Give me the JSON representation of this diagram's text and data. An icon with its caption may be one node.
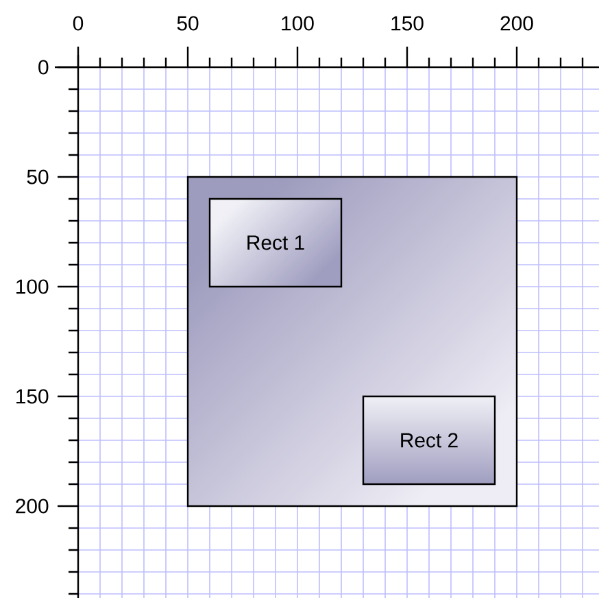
{
  "diagram": {
    "nodes": [
      {
        "text": [],
        "shape": "box"
      },
      {
        "text": [
          "Rect 1"
        ],
        "in": 0
      },
      {
        "text": [
          "Rect 2"
        ],
        "in": 0
      }
    ],
    "labels": [
      "0",
      "50",
      "100",
      "150",
      "200",
      "0",
      "50",
      "100",
      "150",
      "200"
    ]
  }
}
